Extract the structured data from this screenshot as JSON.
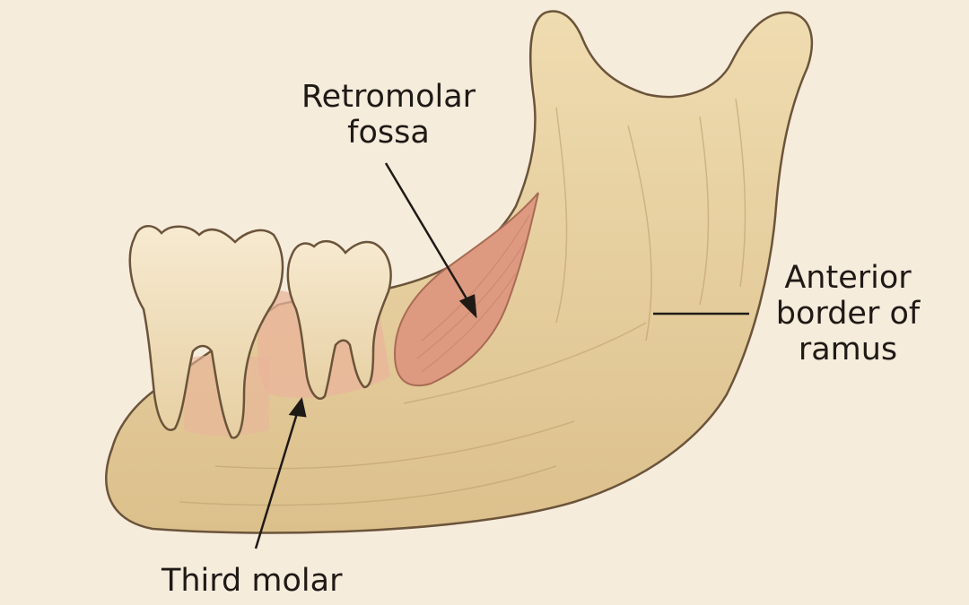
{
  "labels": {
    "retromolar_fossa": [
      "Retromolar",
      "fossa"
    ],
    "anterior_border": [
      "Anterior",
      "border of",
      "ramus"
    ],
    "third_molar": "Third molar"
  },
  "colors": {
    "background": "#f6ecdc",
    "bone": "#e7d1a3",
    "bone_shadow": "#cdb17c",
    "fossa": "#dd9a80",
    "gum": "#e9b49b",
    "tooth": "#f2e2bf",
    "outline": "#6b543a",
    "text": "#1f1a16"
  }
}
